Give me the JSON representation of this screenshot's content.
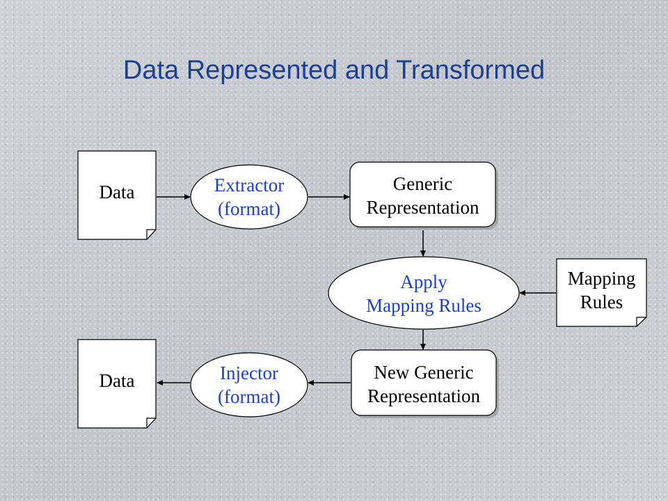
{
  "title": "Data Represented and Transformed",
  "nodes": {
    "data_in": {
      "label": "Data"
    },
    "extractor": {
      "line1": "Extractor",
      "line2": "(format)"
    },
    "generic": {
      "line1": "Generic",
      "line2": "Representation"
    },
    "apply": {
      "line1": "Apply",
      "line2": "Mapping Rules"
    },
    "mapping_rules": {
      "line1": "Mapping",
      "line2": "Rules"
    },
    "new_generic": {
      "line1": "New Generic",
      "line2": "Representation"
    },
    "injector": {
      "line1": "Injector",
      "line2": "(format)"
    },
    "data_out": {
      "label": "Data"
    }
  },
  "colors": {
    "title": "#1c3f94",
    "process_text": "#1a3fd6",
    "shape_fill": "#ffffff",
    "stroke": "#000000"
  }
}
